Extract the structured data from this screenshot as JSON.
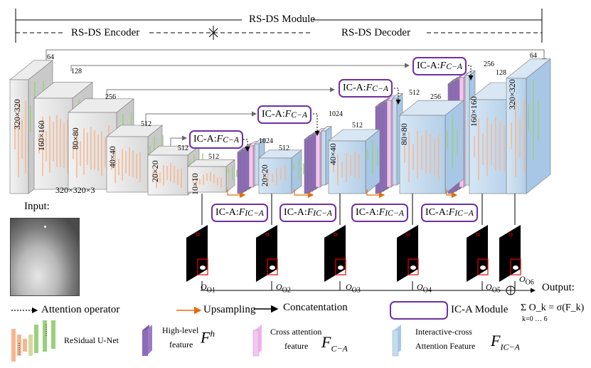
{
  "header": {
    "module": "RS-DS Module",
    "encoder": "RS-DS Encoder",
    "decoder": "RS-DS Decoder"
  },
  "encoder_blocks": [
    {
      "size_label": "320×320",
      "channels": "64"
    },
    {
      "size_label": "160×160",
      "channels": "128"
    },
    {
      "size_label": "80×80",
      "channels": "256"
    },
    {
      "size_label": "40×40",
      "channels": "512"
    },
    {
      "size_label": "20×20",
      "channels": "512"
    },
    {
      "size_label": "10×10",
      "channels": "512"
    }
  ],
  "input_dims": "320×320×3",
  "input_label": "Input:",
  "decoder_blocks": [
    {
      "size_label": "20×20",
      "channels": "512"
    },
    {
      "size_label": "40×40",
      "channels": "512"
    },
    {
      "size_label": "80×80",
      "channels": "256"
    },
    {
      "size_label": "160×160",
      "channels": "128"
    },
    {
      "size_label": "320×320",
      "channels": "64"
    }
  ],
  "skip_channels": [
    "1024",
    "1024",
    "512",
    "256"
  ],
  "ica_top_prefix": "IC-A: ",
  "ica_top_var": "F",
  "ica_top_sub": "C−A",
  "ica_bottom_prefix": "IC-A: ",
  "ica_bottom_var": "F",
  "ica_bottom_sub": "IC−A",
  "outputs": [
    "O1",
    "O2",
    "O3",
    "O4",
    "O5",
    "O6"
  ],
  "output_label": "Output:",
  "output_formula": "Σ O_k = σ(F_k)",
  "output_formula_range": "k=0 … 6",
  "legend": {
    "attention": "Attention operator",
    "upsampling": "Upsampling",
    "concat": "Concatentation",
    "icamodule": "IC-A Module",
    "rsunet": "ReSidual U-Net",
    "highlevel_a": "High-level",
    "highlevel_b": "feature",
    "highlevel_sym": "F",
    "highlevel_sup": "h",
    "cross_a": "Cross attention",
    "cross_b": "feature",
    "cross_sym": "F",
    "cross_sub": "C−A",
    "interactive_a": "Interactive-cross",
    "interactive_b": "Attention Feature",
    "interactive_sym": "F",
    "interactive_sub": "IC−A"
  },
  "colors": {
    "purple": "#7030a0",
    "orange": "#e36c0a",
    "blue_block": "#c5dbee",
    "pink": "#f4c6f0",
    "violet": "#9b7bc4",
    "green": "#9bd07a",
    "peach": "#f6b68f"
  }
}
